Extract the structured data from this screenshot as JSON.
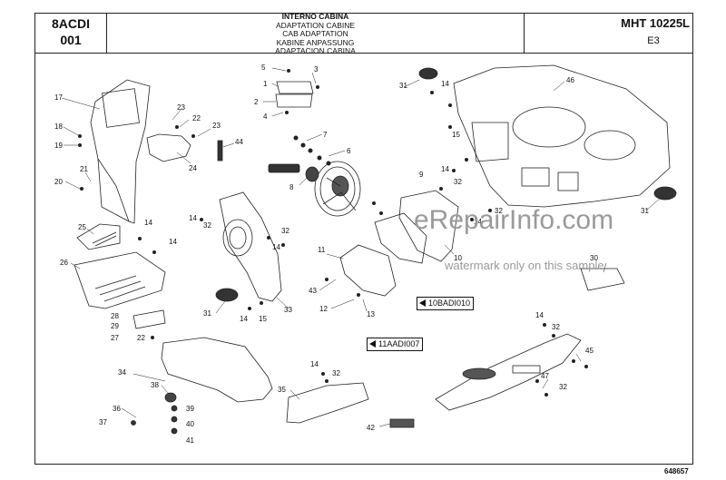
{
  "header": {
    "code_line1": "8ACDI",
    "code_line2": "001",
    "titles": [
      "INTERNO CABINA",
      "ADAPTATION CABINE",
      "CAB ADAPTATION",
      "KABINE ANPASSUNG",
      "ADAPTACION CABINA"
    ],
    "model": "MHT 10225L",
    "edition": "E3"
  },
  "references": [
    {
      "code": "10BADI010"
    },
    {
      "code": "11AADI007"
    }
  ],
  "watermark": {
    "site": "eRepairInfo.com",
    "note": "watermark only on this sample"
  },
  "drawing_number": "648657",
  "callouts": [
    "5",
    "3",
    "1",
    "2",
    "4",
    "7",
    "6",
    "8",
    "9",
    "14",
    "32",
    "31",
    "15",
    "46",
    "17",
    "23",
    "22",
    "18",
    "19",
    "21",
    "20",
    "24",
    "44",
    "25",
    "26",
    "29",
    "28",
    "27",
    "33",
    "11",
    "43",
    "12",
    "13",
    "10",
    "30",
    "34",
    "38",
    "36",
    "37",
    "39",
    "40",
    "41",
    "35",
    "42",
    "45",
    "47"
  ]
}
